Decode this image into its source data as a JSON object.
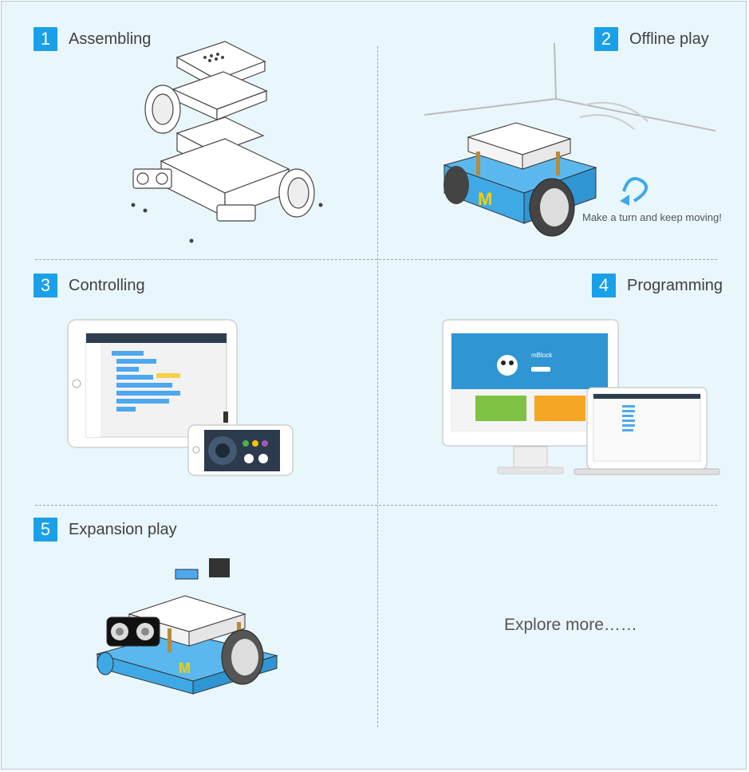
{
  "sections": [
    {
      "number": "1",
      "title": "Assembling"
    },
    {
      "number": "2",
      "title": "Offline play"
    },
    {
      "number": "3",
      "title": "Controlling"
    },
    {
      "number": "4",
      "title": "Programming"
    },
    {
      "number": "5",
      "title": "Expansion play"
    }
  ],
  "offline": {
    "caption": "Make a turn and keep moving!"
  },
  "programming": {
    "app_name": "mBlock"
  },
  "explore_more": "Explore more……",
  "colors": {
    "accent": "#1aa0e8",
    "background": "#e9f6fc",
    "robot_blue": "#3fa9e6"
  }
}
